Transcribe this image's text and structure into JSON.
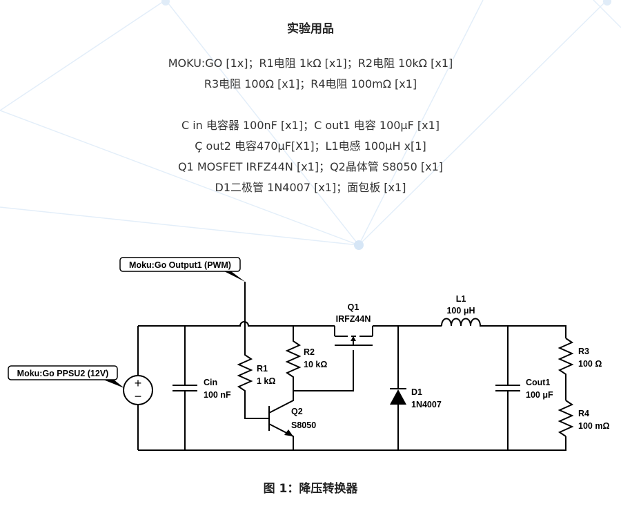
{
  "title": "实验用品",
  "materials": [
    "MOKU:GO [1x]；R1电阻 1kΩ [x1]；R2电阻 10kΩ [x1]",
    "R3电阻 100Ω [x1]；R4电阻 100mΩ [x1]",
    "",
    "C in 电容器 100nF [x1]；C out1 电容 100μF [x1]",
    "Ç out2 电容470μF[X1]；L1电感 100μH x[1]",
    "Q1 MOSFET IRFZ44N [x1]；Q2晶体管 S8050 [x1]",
    "D1二极管 1N4007 [x1]；面包板 [x1]"
  ],
  "schematic": {
    "tag_pwm": "Moku:Go Output1 (PWM)",
    "tag_psu": "Moku:Go PPSU2 (12V)",
    "source_plus": "+",
    "source_minus": "−",
    "cin_name": "Cin",
    "cin_value": "100 nF",
    "r1_name": "R1",
    "r1_value": "1 kΩ",
    "r2_name": "R2",
    "r2_value": "10 kΩ",
    "q1_name": "Q1",
    "q1_value": "IRFZ44N",
    "q2_name": "Q2",
    "q2_value": "S8050",
    "d1_name": "D1",
    "d1_value": "1N4007",
    "l1_name": "L1",
    "l1_value": "100 μH",
    "cout1_name": "Cout1",
    "cout1_value": "100 μF",
    "r3_name": "R3",
    "r3_value": "100 Ω",
    "r4_name": "R4",
    "r4_value": "100 mΩ"
  },
  "caption": "图 1：降压转换器",
  "colors": {
    "bg_network": "#dbe9f7",
    "bg_node": "#cfe2f5"
  }
}
